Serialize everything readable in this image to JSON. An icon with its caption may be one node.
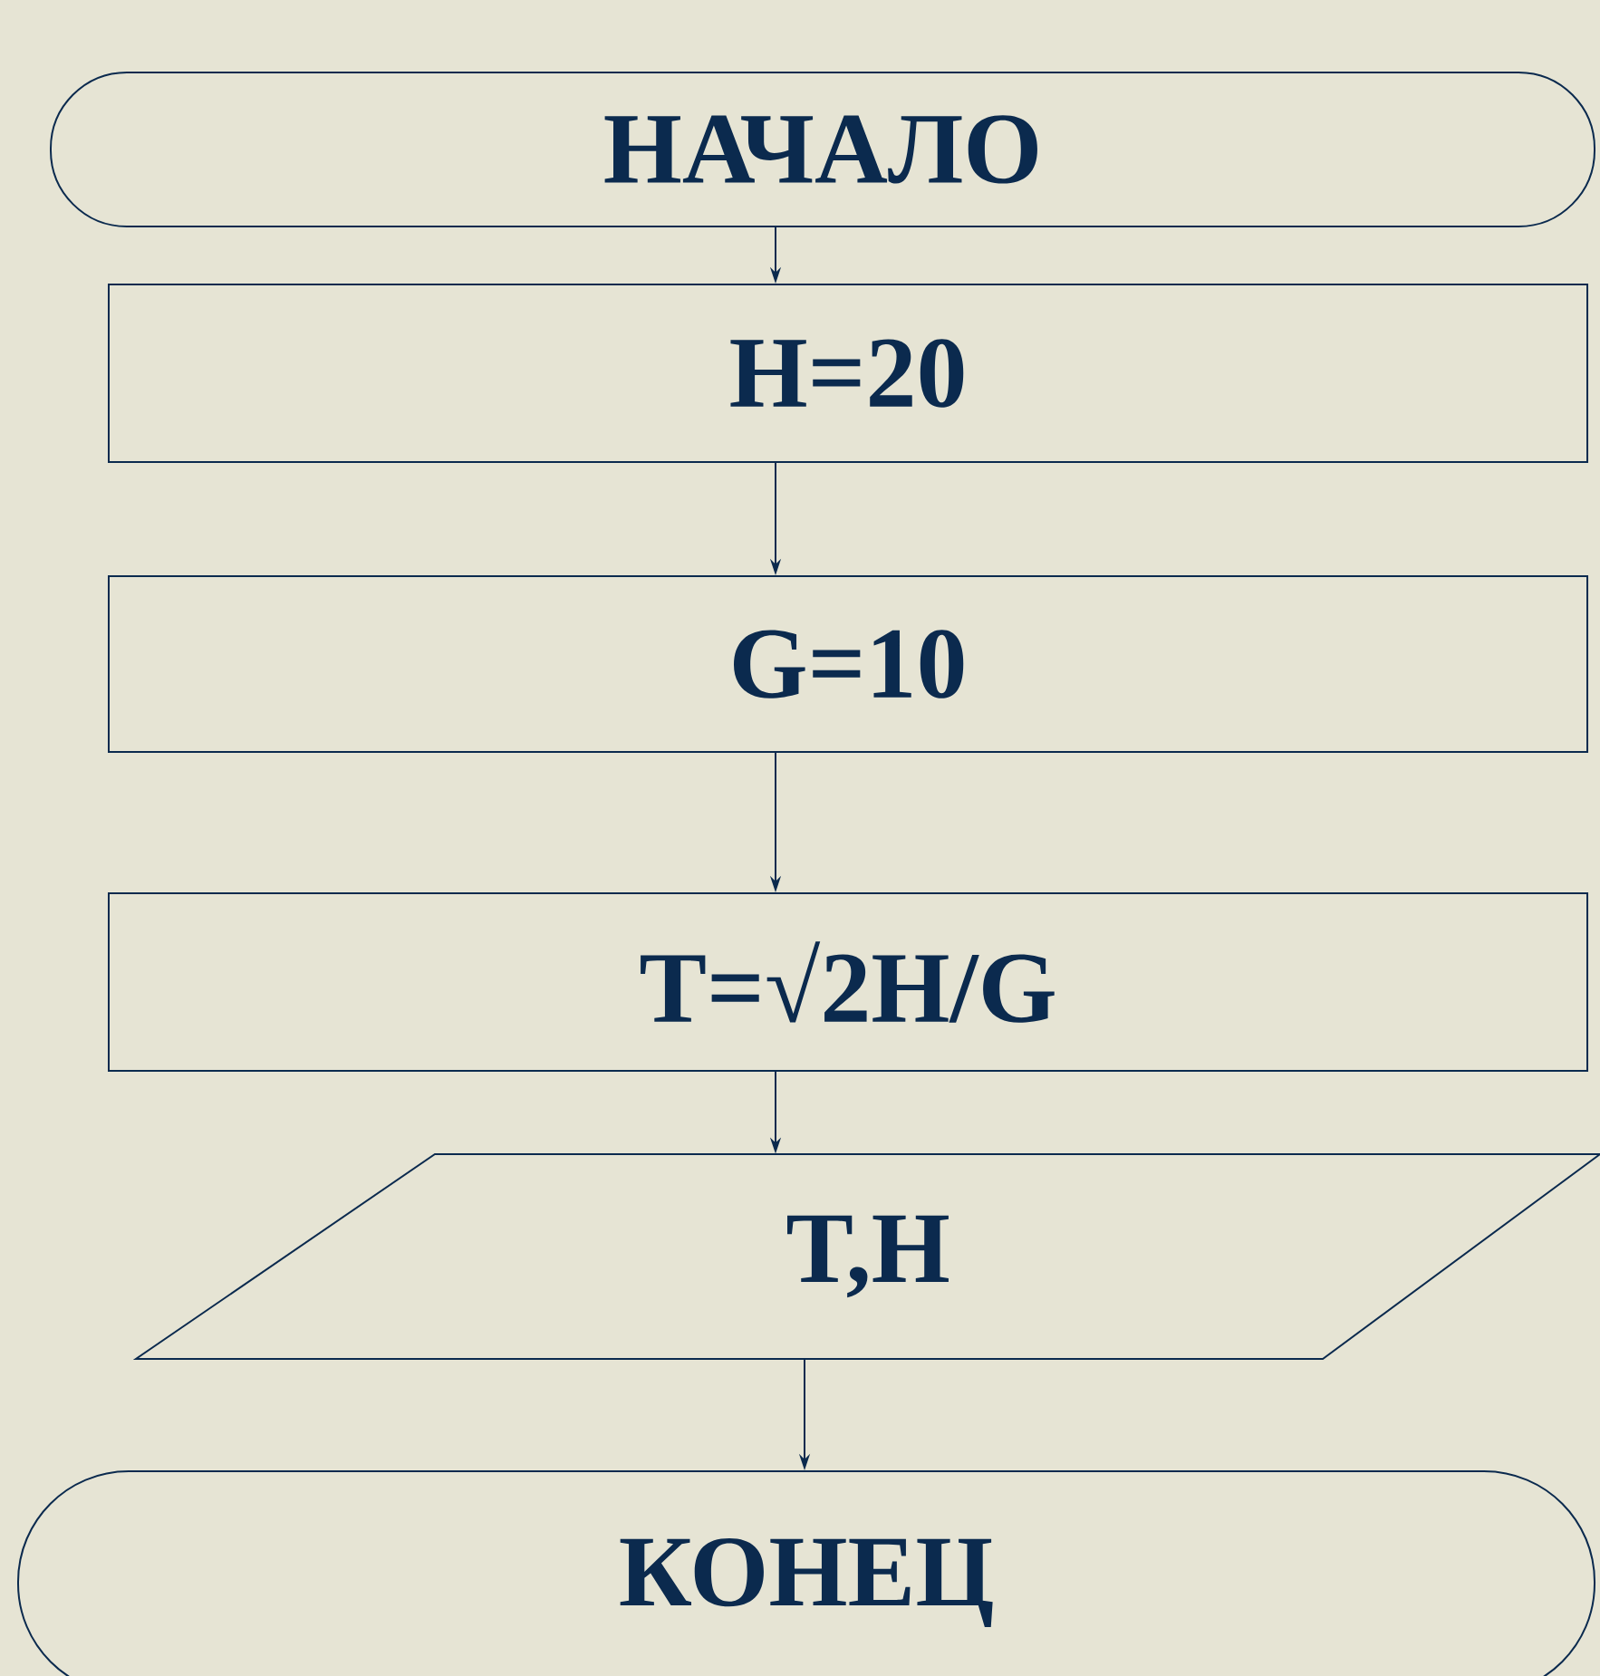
{
  "diagram": {
    "nodes": [
      {
        "text": [
          "НАЧАЛО"
        ]
      },
      {
        "text": [
          "H=20"
        ]
      },
      {
        "text": [
          "G=10"
        ]
      },
      {
        "text": [
          "T=√2H/G"
        ]
      },
      {
        "text": [
          "T,H"
        ]
      },
      {
        "text": [
          "КОНЕЦ"
        ]
      }
    ],
    "edges": [
      {
        "from": 0,
        "to": 1,
        "arrow": "to"
      },
      {
        "from": 1,
        "to": 2,
        "arrow": "to"
      },
      {
        "from": 2,
        "to": 3,
        "arrow": "to"
      },
      {
        "from": 3,
        "to": 4,
        "arrow": "to"
      },
      {
        "from": 4,
        "to": 5,
        "arrow": "to"
      }
    ]
  }
}
